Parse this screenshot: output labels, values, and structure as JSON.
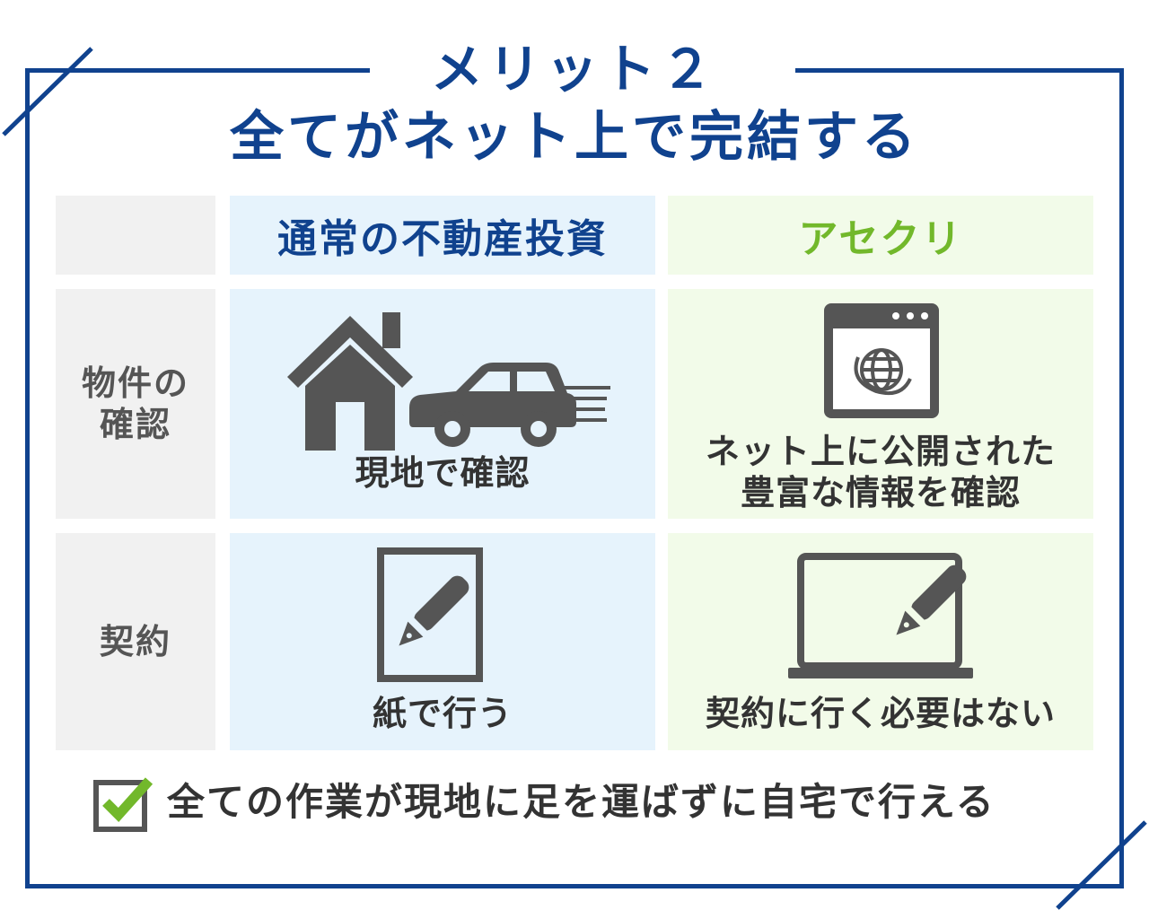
{
  "title": {
    "line1": "メリット２",
    "line2": "全てがネット上で完結する"
  },
  "columns": {
    "conventional": "通常の不動産投資",
    "acecre": "アセクリ"
  },
  "rows": [
    {
      "label": "物件の\n確認",
      "conventional": "現地で確認",
      "acecre": "ネット上に公開された\n豊富な情報を確認"
    },
    {
      "label": "契約",
      "conventional": "紙で行う",
      "acecre": "契約に行く必要はない"
    }
  ],
  "summary": "全ての作業が現地に足を運ばずに自宅で行える",
  "icons": {
    "row1_conventional": [
      "house-icon",
      "car-icon"
    ],
    "row1_acecre": "browser-globe-icon",
    "row2_conventional": "paper-pen-icon",
    "row2_acecre": "laptop-pen-icon",
    "summary": "checkbox-checked-icon"
  },
  "colors": {
    "primary": "#10428e",
    "accent": "#72b82b",
    "icon": "#555555",
    "gray_bg": "#f1f1f1",
    "blue_bg": "#e6f3fc",
    "green_bg": "#f2fbe9"
  }
}
